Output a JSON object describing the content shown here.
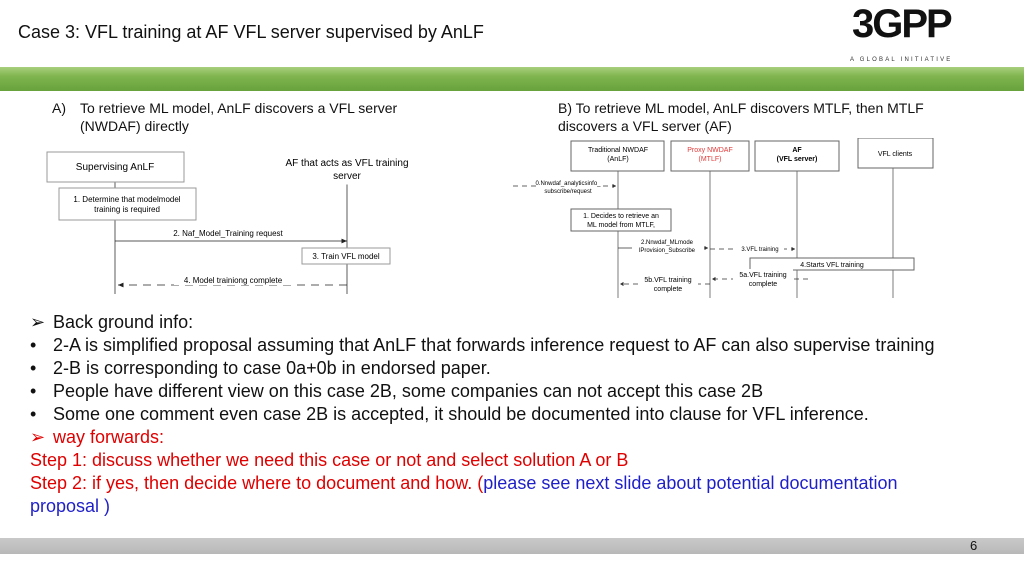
{
  "title": "Case 3:  VFL training at AF VFL server supervised by AnLF",
  "logo": {
    "brand": "3GPP",
    "tagline": "A GLOBAL INITIATIVE"
  },
  "sectionA": {
    "marker": "A)",
    "text": "To retrieve  ML model,  AnLF discovers a VFL server (NWDAF) directly"
  },
  "sectionB": {
    "text": "B) To retrieve  ML model,  AnLF discovers MTLF, then MTLF discovers a VFL server (AF)"
  },
  "diagramA": {
    "supervising": "Supervising AnLF",
    "af_line1": "AF that acts as VFL training",
    "af_line2": "server",
    "step1_line1": "1. Determine that modelmodel",
    "step1_line2": "training is required",
    "step2": "2. Naf_Model_Training request",
    "step3": "3. Train VFL model",
    "step4": "4. Model trainiong complete"
  },
  "diagramB": {
    "col1_line1": "Traditional NWDAF",
    "col1_line2": "(AnLF)",
    "col2_line1": "Proxy NWDAF",
    "col2_line2": "(MTLF)",
    "col3_line1": "AF",
    "col3_line2": "(VFL server)",
    "col4": "VFL clients",
    "msg0_line1": "0.Nnwdaf_analyticsinfo_",
    "msg0_line2": "subscribe/request",
    "step1_line1": "1. Decides to retrieve an",
    "step1_line2": "ML model from MTLF,",
    "msg2_line1": "2.Nnwdaf_MLmode",
    "msg2_line2": "lProvision_Subscribe",
    "msg3": "3.VFL training",
    "step4": "4.Starts VFL training",
    "msg5a_line1": "5a.VFL training",
    "msg5a_line2": "complete",
    "msg5b_line1": "5b.VFL training",
    "msg5b_line2": "complete"
  },
  "bullets": {
    "b1": "Back ground info:",
    "b2": "2-A is simplified proposal assuming that AnLF that forwards inference request to AF can also supervise training",
    "b3": "2-B is corresponding to case 0a+0b in endorsed paper.",
    "b4": "People have different view on this case 2B, some companies can not accept this case 2B",
    "b5": "Some one comment even case 2B is accepted, it should be documented into clause for VFL inference.",
    "b6": "way forwards:",
    "step1": "Step 1: discuss whether we need this case or not and select solution A or B",
    "step2_red": "Step 2: if yes, then decide where to document and how. (",
    "step2_blue": "please see next slide about potential documentation",
    "step2_blue2": "proposal )"
  },
  "page_number": "6",
  "colors": {
    "accent_green": "#7fb44e",
    "red": "#e00000",
    "blue": "#1f1fc8",
    "proxy_red": "#e23a3a"
  }
}
